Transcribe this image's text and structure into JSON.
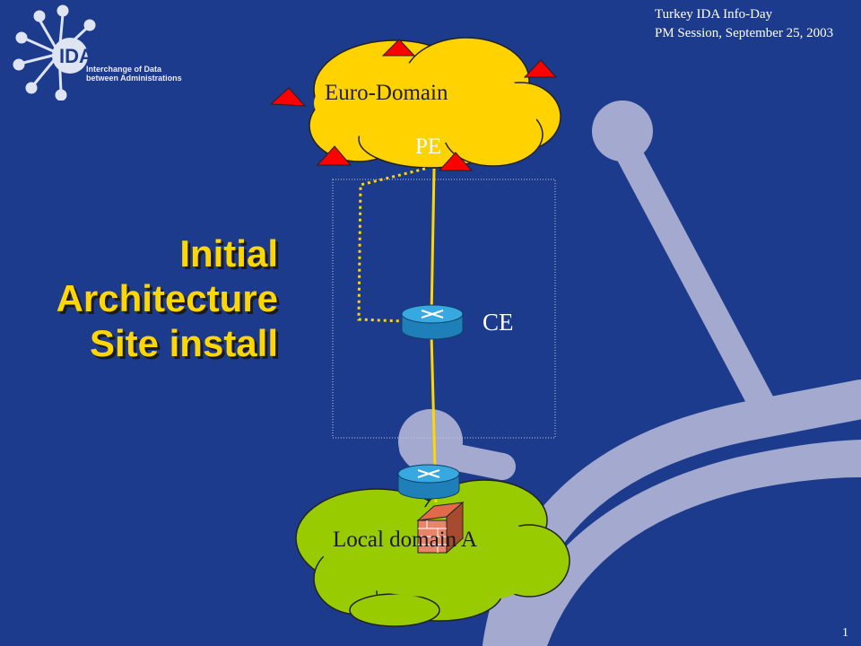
{
  "header": {
    "line1": "Turkey IDA Info-Day",
    "line2": "PM Session, September 25, 2003"
  },
  "logo": {
    "name": "IDA",
    "tagline_line1": "Interchange of Data",
    "tagline_line2": "between Administrations"
  },
  "title": {
    "line1": "Initial",
    "line2": "Architecture",
    "line3": "Site install"
  },
  "diagram": {
    "euro_domain_label": "Euro-Domain",
    "pe_label": "PE",
    "ce_label": "CE",
    "local_domain_label": "Local domain A"
  },
  "page_number": "1",
  "colors": {
    "background": "#1d3b8c",
    "title": "#ffd700",
    "euro_cloud": "#ffd700",
    "local_cloud": "#99cc00",
    "link": "#ffd700",
    "triangle": "#ff0000",
    "router": "#2a9ad4"
  }
}
